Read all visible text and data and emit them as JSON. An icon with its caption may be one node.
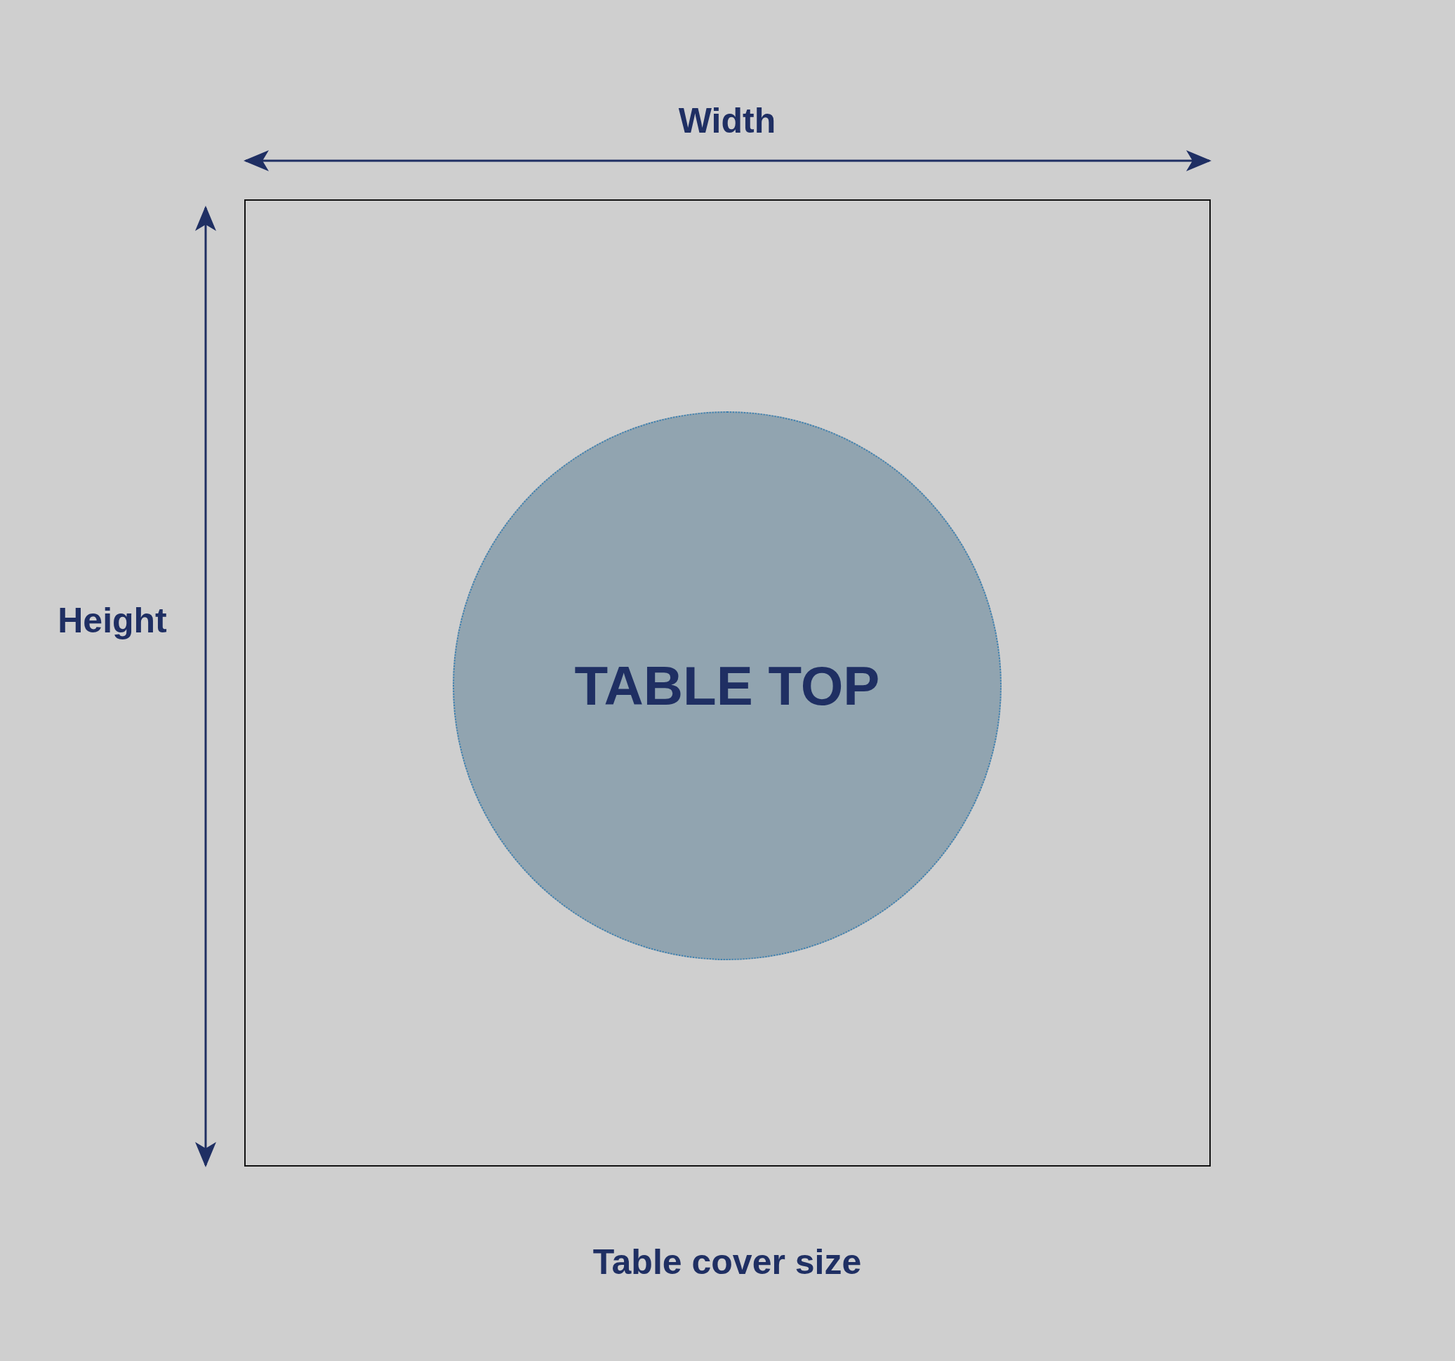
{
  "diagram": {
    "caption": "Table cover size",
    "nodes": [
      {
        "text": [],
        "shape": "box"
      },
      {
        "text": [
          "TABLE TOP"
        ],
        "in": 0
      }
    ],
    "labels": [
      "Width",
      "Height"
    ]
  }
}
